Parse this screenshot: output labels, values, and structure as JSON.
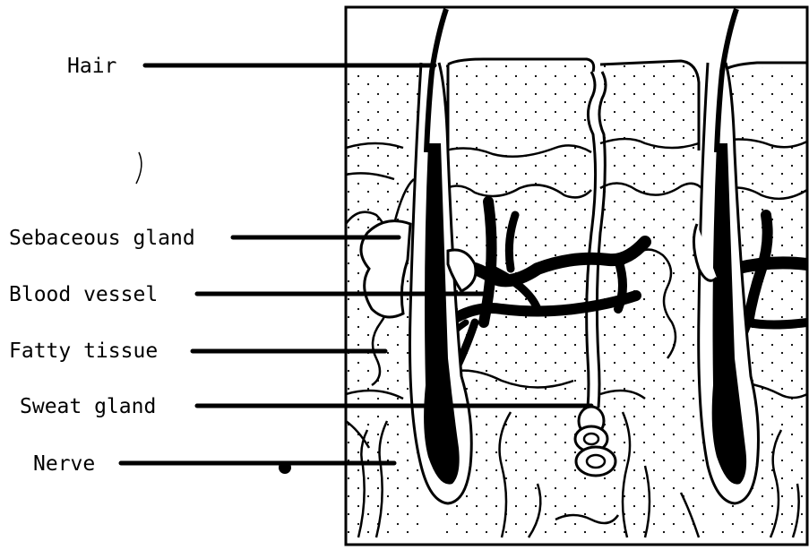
{
  "labels": {
    "hair": "Hair",
    "sebaceous_gland": "Sebaceous gland",
    "blood_vessel": "Blood vessel",
    "fatty_tissue": "Fatty tissue",
    "sweat_gland": "Sweat gland",
    "nerve": "Nerve"
  },
  "colors": {
    "ink": "#000000",
    "paper": "#ffffff"
  }
}
